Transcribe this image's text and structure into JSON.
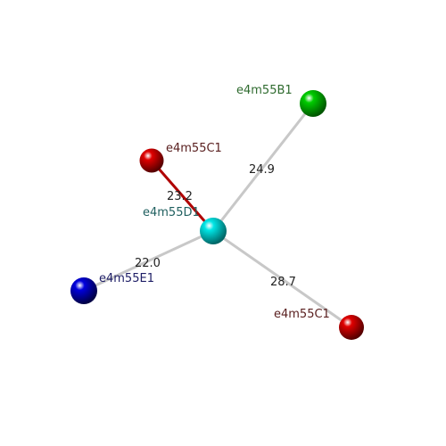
{
  "nodes": {
    "center": {
      "label": "e4m55D1",
      "color": "#00e5e5",
      "label_color": "#1f5f5f"
    },
    "b1": {
      "label": "e4m55B1",
      "color": "#00cc00",
      "label_color": "#2f6b2f"
    },
    "c1_top": {
      "label": "e4m55C1",
      "color": "#e00000",
      "label_color": "#5a2020"
    },
    "e1": {
      "label": "e4m55E1",
      "color": "#0000dd",
      "label_color": "#1e1e66"
    },
    "c1_bottom": {
      "label": "e4m55C1",
      "color": "#e00000",
      "label_color": "#5a2020"
    }
  },
  "edges": {
    "center_b1": {
      "distance": "24.9",
      "color": "#c8c8c8"
    },
    "center_c1_top": {
      "distance": "23.2",
      "color": "#b00000"
    },
    "center_e1": {
      "distance": "22.0",
      "color": "#c8c8c8"
    },
    "center_c1_bottom": {
      "distance": "28.7",
      "color": "#c8c8c8"
    }
  }
}
